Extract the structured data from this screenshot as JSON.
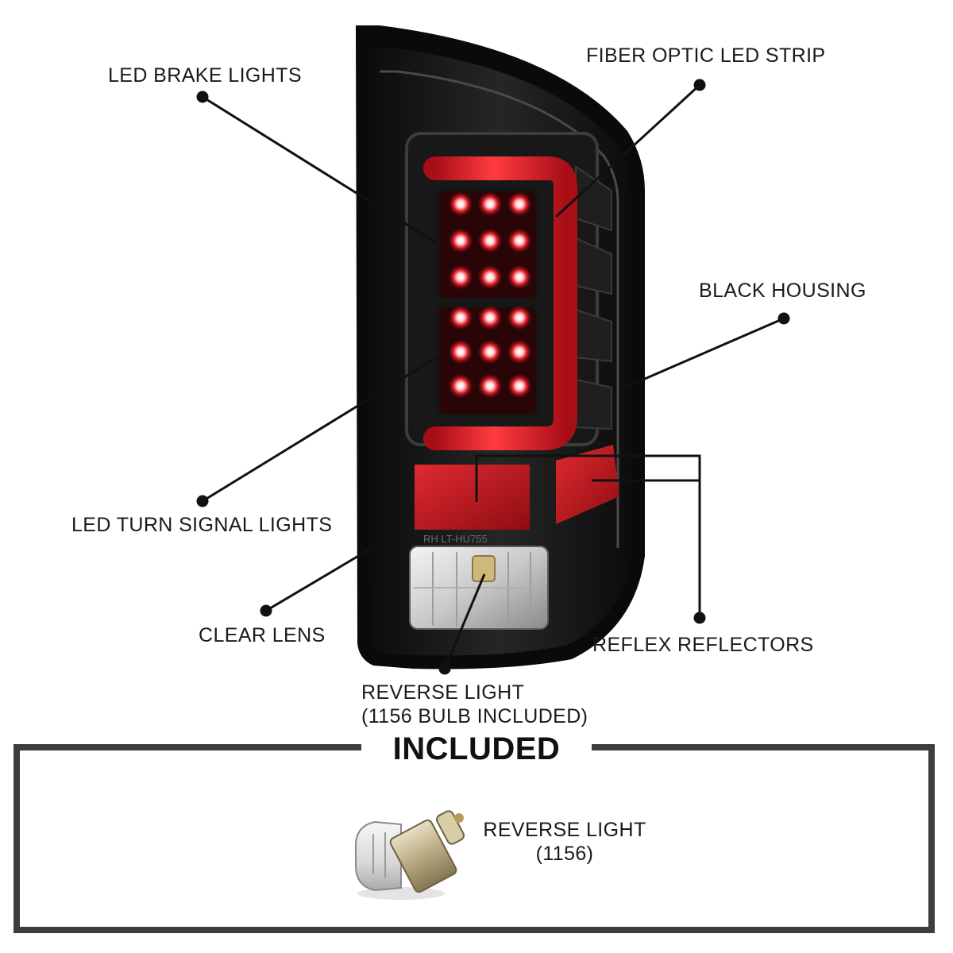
{
  "callouts": {
    "led_brake_lights": "LED BRAKE LIGHTS",
    "fiber_optic_led_strip": "FIBER OPTIC LED STRIP",
    "black_housing": "BLACK HOUSING",
    "led_turn_signal_lights": "LED TURN SIGNAL LIGHTS",
    "clear_lens": "CLEAR LENS",
    "reflex_reflectors": "REFLEX REFLECTORS",
    "reverse_light_line1": "REVERSE LIGHT",
    "reverse_light_line2": "(1156 BULB INCLUDED)"
  },
  "included": {
    "title": "INCLUDED",
    "item_line1": "REVERSE LIGHT",
    "item_line2": "(1156)"
  },
  "lens_marking": "RH LT-HU755",
  "colors": {
    "housing": "#141414",
    "led_red": "#e8202a",
    "reflector_red": "#c8161e",
    "callout_line": "#111111",
    "box_border": "#3b3e40"
  }
}
